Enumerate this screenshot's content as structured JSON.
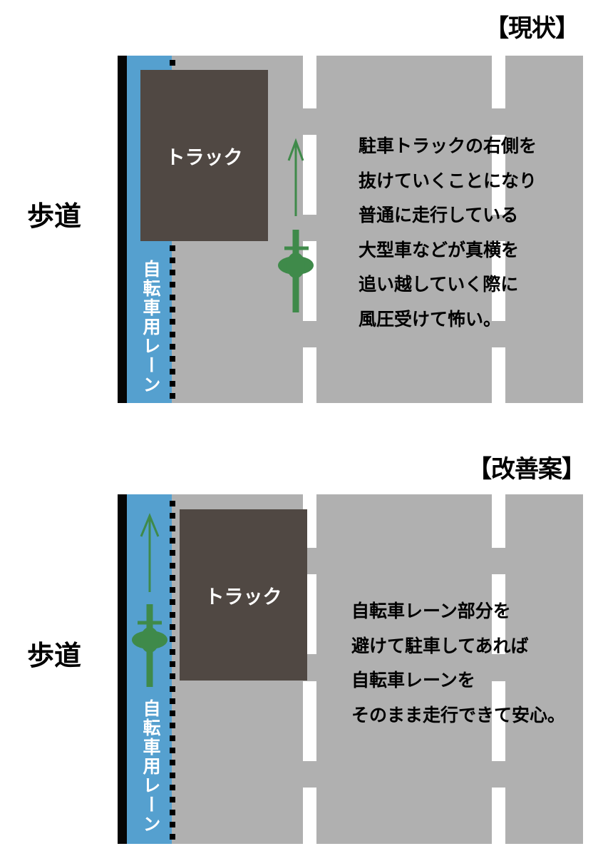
{
  "colors": {
    "road": "#b0b0b0",
    "bike_lane": "#55a0cf",
    "truck": "#504843",
    "bicycle": "#3f8a4a",
    "curb": "#050505"
  },
  "current": {
    "title": "【現状】",
    "sidewalk_label": "歩道",
    "truck_label": "トラック",
    "bike_lane_label": "自転車用レーン",
    "description": [
      "駐車トラックの右側を",
      "抜けていくことになり",
      "普通に走行している",
      "大型車などが真横を",
      "追い越していく際に",
      "風圧受けて怖い。"
    ]
  },
  "proposal": {
    "title": "【改善案】",
    "sidewalk_label": "歩道",
    "truck_label": "トラック",
    "bike_lane_label": "自転車用レーン",
    "description": [
      "自転車レーン部分を",
      "避けて駐車してあれば",
      "自転車レーンを",
      "そのまま走行できて安心。"
    ]
  }
}
